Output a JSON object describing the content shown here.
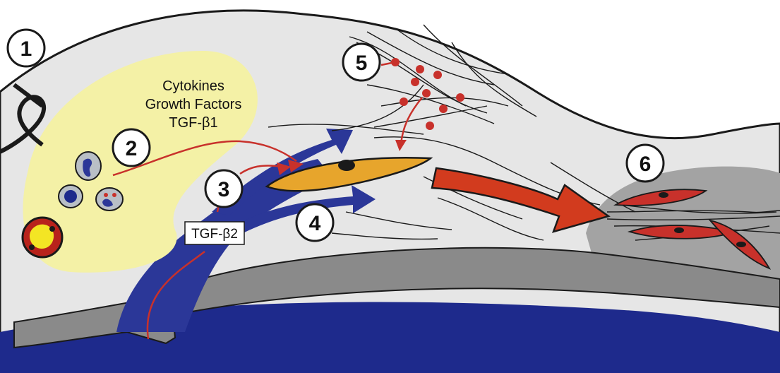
{
  "labels": {
    "cytokines_line1": "Cytokines",
    "cytokines_line2": "Growth Factors",
    "cytokines_line3": "TGF-β1",
    "tgf_b2": "TGF-β2"
  },
  "markers": [
    "1",
    "2",
    "3",
    "4",
    "5",
    "6"
  ],
  "colors": {
    "tissue": "#e6e6e6",
    "ocular_layer": "#8a8a8a",
    "deep_blue": "#1e2a8c",
    "flow_blue": "#2b3798",
    "inflammatory_zone": "#f4f1a6",
    "fibroblast": "#e7a52c",
    "myofibroblast": "#c8312b",
    "big_arrow": "#d23b1e",
    "signal_red": "#c8312b",
    "scar_zone": "#9d9d9d"
  }
}
